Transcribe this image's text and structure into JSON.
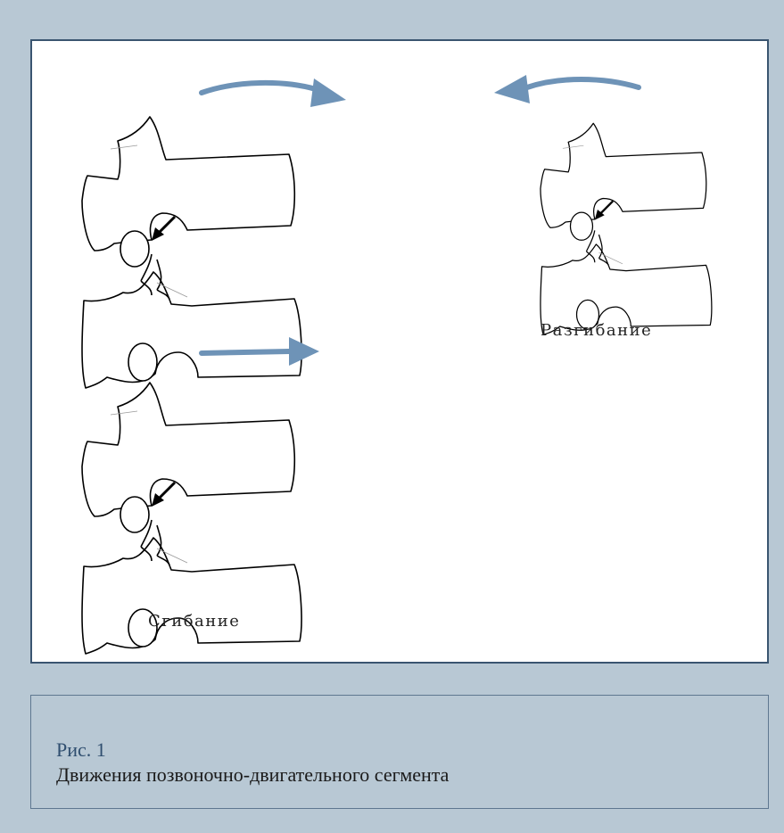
{
  "figure": {
    "label_flexion": "Сгибание",
    "label_extension": "Разгибание",
    "arrow_color": "#6e93b7",
    "frame_color": "#3a5570",
    "background_color": "#b8c8d4"
  },
  "caption": {
    "number": "Рис. 1",
    "text": "Движения позвоночно-двигательного сегмента"
  }
}
